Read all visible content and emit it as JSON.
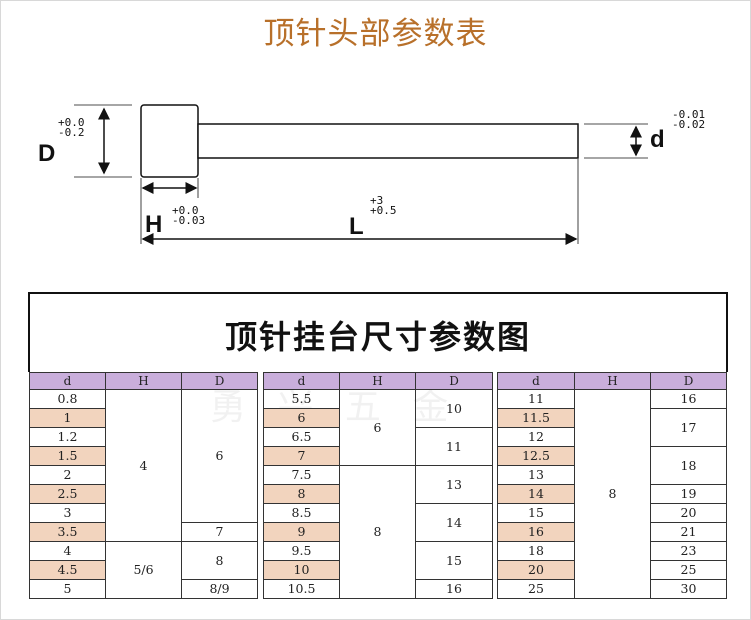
{
  "title": "顶针头部参数表",
  "diagram": {
    "D_label": "D",
    "D_tol": [
      "+0.0",
      "-0.2"
    ],
    "d_label": "d",
    "d_tol": [
      "-0.01",
      "-0.02"
    ],
    "H_label": "H",
    "H_tol": [
      "+0.0",
      "-0.03"
    ],
    "L_label": "L",
    "L_tol": [
      "+3",
      "+0.5"
    ]
  },
  "table": {
    "title": "顶针挂台尺寸参数图",
    "watermark": "勇 兴 五 金",
    "headers": [
      "d",
      "H",
      "D"
    ],
    "group1": {
      "d": [
        "0.8",
        "1",
        "1.2",
        "1.5",
        "2",
        "2.5",
        "3",
        "3.5",
        "4",
        "4.5",
        "5"
      ],
      "H": [
        "4",
        "5/6"
      ],
      "D": [
        "6",
        "7",
        "8",
        "8/9"
      ]
    },
    "group2": {
      "d": [
        "5.5",
        "6",
        "6.5",
        "7",
        "7.5",
        "8",
        "8.5",
        "9",
        "9.5",
        "10",
        "10.5"
      ],
      "H": [
        "6",
        "8"
      ],
      "D": [
        "10",
        "11",
        "13",
        "14",
        "15",
        "16"
      ]
    },
    "group3": {
      "d": [
        "11",
        "11.5",
        "12",
        "12.5",
        "13",
        "14",
        "15",
        "16",
        "18",
        "20",
        "25"
      ],
      "H": [
        "8"
      ],
      "D": [
        "16",
        "17",
        "18",
        "19",
        "20",
        "21",
        "23",
        "25",
        "30"
      ]
    }
  }
}
